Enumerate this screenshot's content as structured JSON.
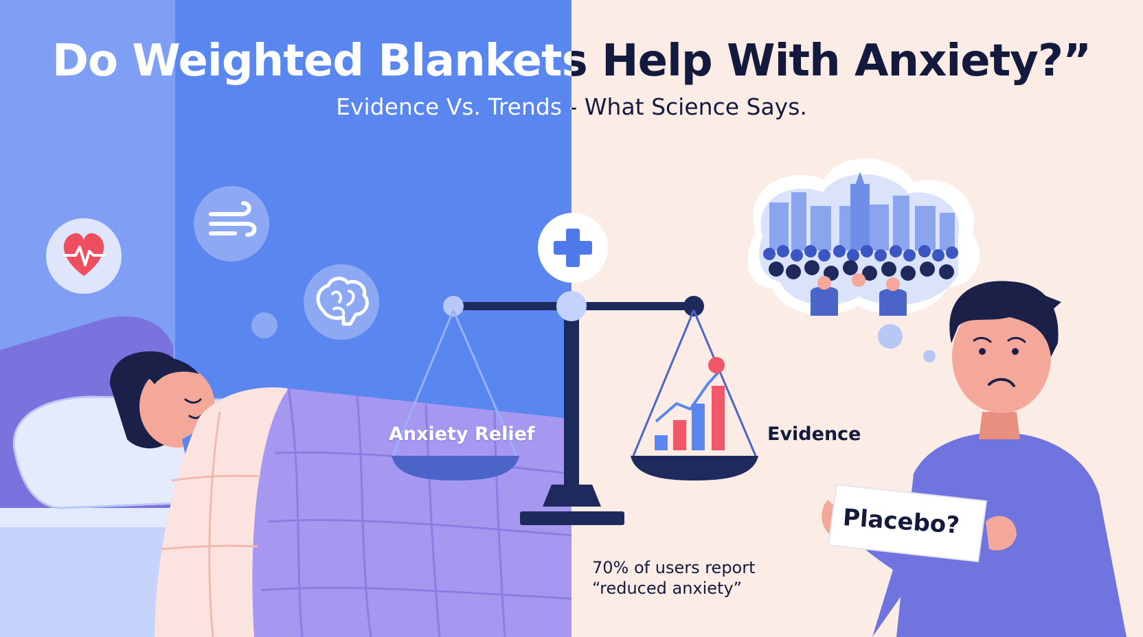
{
  "title": "Do Weighted Blankets Help With Anxiety?”",
  "subtitle": "Evidence Vs. Trends - What Science Says.",
  "scale": {
    "left_label": "Anxiety Relief",
    "right_label": "Evidence"
  },
  "stat": {
    "line1": "70% of users report",
    "line2": "“reduced anxiety”"
  },
  "sign": {
    "text": "Placebo?"
  },
  "icons": {
    "heart": "heartbeat-icon",
    "wind": "breathing-icon",
    "brain": "brain-icon",
    "plus": "medical-cross-icon",
    "chart": "bar-chart-icon"
  },
  "colors": {
    "left_bg": "#5a86ef",
    "left_bg_dark": "#4f79ea",
    "right_bg": "#fbece6",
    "navy": "#1f2a5c",
    "blanket": "#a698f0",
    "accent_red": "#f0586a"
  }
}
